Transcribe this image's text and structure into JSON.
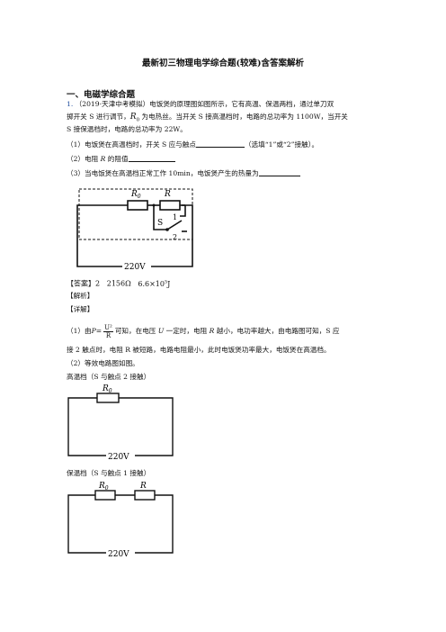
{
  "doc": {
    "title": "最新初三物理电学综合题(较难)含答案解析",
    "section_heading": "一、电磁学综合题",
    "question": {
      "number": "1.",
      "line1": "（2019·天津中考模拟）电饭煲的原理图如图所示，它有高温、保温两档，通过单刀双",
      "line2a": "掷开关 S 进行调节，",
      "r0_symbol": "R",
      "r0_sub": "0",
      "line2b": "为电热丝。当开关 S 接高温档时，电路的总功率为 1100W，当开关",
      "line3": "S 接保温档时，电路的总功率为 22W。",
      "sub1a": "（1）电饭煲在高温档时，开关 S 应与触点",
      "sub1b": "（选填“1”或“2”接触）。",
      "sub2a": "（2）电阻 ",
      "sub2r": "R",
      "sub2b": " 的阻值",
      "sub3a": "（3）当电饭煲在高温档正常工作 10min，电饭煲产生的热量为"
    },
    "answer": {
      "label": "【答案】2",
      "value2": "2156Ω",
      "value3": "6.6×10",
      "value3_exp": "5",
      "value3_unit": "J"
    },
    "analysis_label": "【解析】",
    "detail_label": "【详解】",
    "detail": {
      "p1a": "（1）由",
      "formula_p": "P",
      "formula_eq": "=",
      "formula_num": "U²",
      "formula_den": "R",
      "p1b": "可知，在电压 ",
      "p1u": "U",
      "p1c": " 一定时，电阻 ",
      "p1r": "R",
      "p1d": " 越小，电功率越大，由电路图可知，S 应",
      "p2": "接 2 触点时，电阻 R 被短路，电路电阻最小，此时电饭煲功率最大，电饭煲在高温档。",
      "p3": "（2）等效电路图如图。",
      "high_caption": "高温档（S 与触点 2 接触）",
      "low_caption": "保温档（S 与触点 1 接触）"
    },
    "circuit": {
      "r0": "R",
      "r0_sub": "0",
      "r": "R",
      "s": "S",
      "contact1": "1",
      "contact2": "2",
      "voltage": "220V"
    }
  }
}
